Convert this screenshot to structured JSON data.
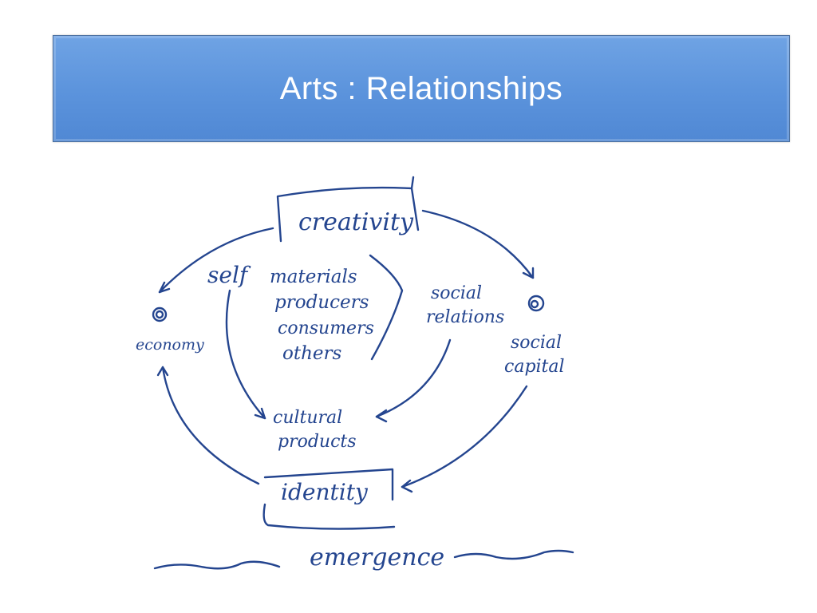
{
  "slide": {
    "title": "Arts : Relationships"
  },
  "diagram": {
    "top_node": "creativity",
    "bottom_node": "identity",
    "left_node": "economy",
    "right_node_line1": "social",
    "right_node_line2": "capital",
    "center_label": "self",
    "center_items": [
      "materials",
      "producers",
      "consumers",
      "others"
    ],
    "middle_right_line1": "social",
    "middle_right_line2": "relations",
    "cultural_line1": "cultural",
    "cultural_line2": "products",
    "footer_label": "emergence"
  },
  "colors": {
    "banner": "#5b93dc",
    "ink": "#24458f"
  }
}
